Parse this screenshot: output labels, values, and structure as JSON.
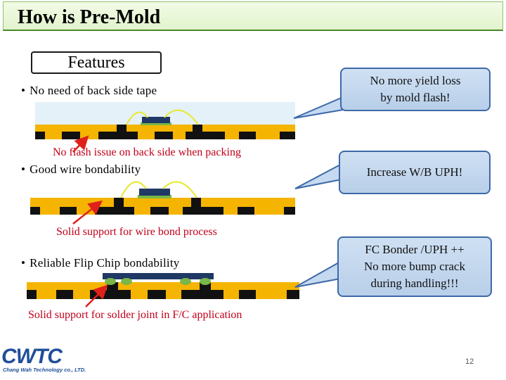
{
  "title": "How is Pre-Mold",
  "features_label": "Features",
  "bullets": [
    {
      "text": "No need of back side tape"
    },
    {
      "text": "Good wire bondability"
    },
    {
      "text": "Reliable Flip Chip bondability"
    }
  ],
  "captions": [
    "No flash issue on back side when packing",
    "Solid support for wire bond process",
    "Solid support for solder joint in F/C application"
  ],
  "callouts": [
    {
      "lines": [
        "No more yield loss",
        "by mold flash!"
      ]
    },
    {
      "lines": [
        "Increase W/B UPH!"
      ]
    },
    {
      "lines": [
        "FC Bonder /UPH ++",
        "No more bump crack",
        "during handling!!!"
      ]
    }
  ],
  "bullet_glyph": "•",
  "logo": {
    "main": "CWTC",
    "sub": "Chang Wah Technology co., LTD."
  },
  "page_number": "12",
  "colors": {
    "substrate": "#f5b400",
    "pad": "#111111",
    "die": "#1f3864",
    "tape": "#e4f1f8",
    "wire": "#e8e830",
    "bump": "#7ab648",
    "arrow": "#e0201a",
    "callout_fill": "#c5d9f0",
    "callout_border": "#3d69a8"
  }
}
